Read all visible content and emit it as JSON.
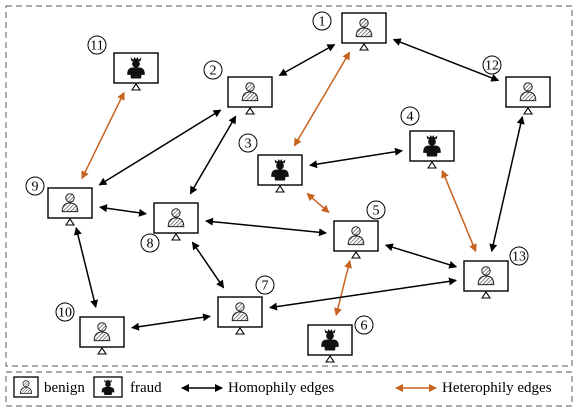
{
  "colors": {
    "homophily_edge": "#000000",
    "heterophily_edge": "#c8621f",
    "border": "#777777",
    "hatch": "#444444",
    "fraud_fill": "#111111"
  },
  "nodes": [
    {
      "id": "1",
      "label": "1",
      "kind": "benign"
    },
    {
      "id": "2",
      "label": "2",
      "kind": "benign"
    },
    {
      "id": "3",
      "label": "3",
      "kind": "fraud"
    },
    {
      "id": "4",
      "label": "4",
      "kind": "fraud"
    },
    {
      "id": "5",
      "label": "5",
      "kind": "benign"
    },
    {
      "id": "6",
      "label": "6",
      "kind": "fraud"
    },
    {
      "id": "7",
      "label": "7",
      "kind": "benign"
    },
    {
      "id": "8",
      "label": "8",
      "kind": "benign"
    },
    {
      "id": "9",
      "label": "9",
      "kind": "benign"
    },
    {
      "id": "10",
      "label": "10",
      "kind": "benign"
    },
    {
      "id": "11",
      "label": "11",
      "kind": "fraud"
    },
    {
      "id": "12",
      "label": "12",
      "kind": "benign"
    },
    {
      "id": "13",
      "label": "13",
      "kind": "benign"
    }
  ],
  "edges": [
    {
      "from": "1",
      "to": "2",
      "type": "homophily"
    },
    {
      "from": "1",
      "to": "12",
      "type": "homophily"
    },
    {
      "from": "1",
      "to": "3",
      "type": "heterophily"
    },
    {
      "from": "2",
      "to": "9",
      "type": "homophily"
    },
    {
      "from": "2",
      "to": "8",
      "type": "homophily"
    },
    {
      "from": "3",
      "to": "4",
      "type": "homophily"
    },
    {
      "from": "3",
      "to": "5",
      "type": "heterophily"
    },
    {
      "from": "4",
      "to": "13",
      "type": "heterophily"
    },
    {
      "from": "5",
      "to": "13",
      "type": "homophily"
    },
    {
      "from": "5",
      "to": "6",
      "type": "heterophily"
    },
    {
      "from": "8",
      "to": "9",
      "type": "homophily"
    },
    {
      "from": "8",
      "to": "5",
      "type": "homophily"
    },
    {
      "from": "8",
      "to": "7",
      "type": "homophily"
    },
    {
      "from": "9",
      "to": "10",
      "type": "homophily"
    },
    {
      "from": "9",
      "to": "11",
      "type": "heterophily"
    },
    {
      "from": "7",
      "to": "10",
      "type": "homophily"
    },
    {
      "from": "7",
      "to": "13",
      "type": "homophily"
    },
    {
      "from": "12",
      "to": "13",
      "type": "homophily"
    }
  ],
  "legend": {
    "benign_label": "benign",
    "fraud_label": "fraud",
    "homophily_label": "Homophily edges",
    "heterophily_label": "Heterophily edges"
  }
}
